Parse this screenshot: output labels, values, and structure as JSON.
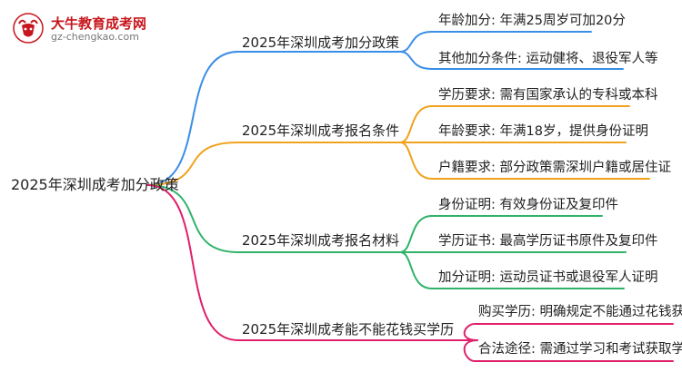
{
  "logo": {
    "title": "大牛教育成考网",
    "url": "gz-chengkao.com"
  },
  "colors": {
    "blue": "#3a8ee6",
    "orange": "#f0a21c",
    "green": "#2fb36a",
    "pink": "#e0206a"
  },
  "root": "2025年深圳成考加分政策",
  "branches": [
    {
      "label": "2025年深圳成考加分政策",
      "leaves": [
        "年龄加分: 年满25周岁可加20分",
        "其他加分条件: 运动健将、退役军人等"
      ]
    },
    {
      "label": "2025年深圳成考报名条件",
      "leaves": [
        "学历要求: 需有国家承认的专科或本科",
        "年龄要求: 年满18岁，提供身份证明",
        "户籍要求: 部分政策需深圳户籍或居住证"
      ]
    },
    {
      "label": "2025年深圳成考报名材料",
      "leaves": [
        "身份证明: 有效身份证及复印件",
        "学历证书: 最高学历证书原件及复印件",
        "加分证明: 运动员证书或退役军人证明"
      ]
    },
    {
      "label": "2025年深圳成考能不能花钱买学历",
      "leaves": [
        "购买学历: 明确规定不能通过花钱获得",
        "合法途径: 需通过学习和考试获取学历"
      ]
    }
  ]
}
